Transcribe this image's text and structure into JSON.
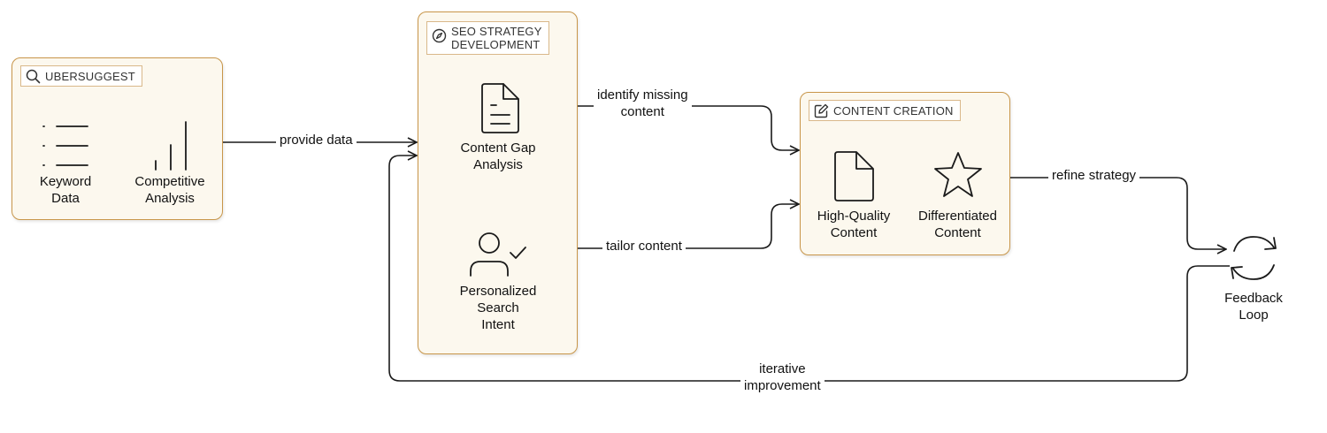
{
  "groups": {
    "ubersuggest": {
      "title": "UBERSUGGEST",
      "icon": "search-icon"
    },
    "seo": {
      "title_line1": "SEO STRATEGY",
      "title_line2": "DEVELOPMENT",
      "icon": "compass-icon"
    },
    "content_creation": {
      "title": "CONTENT CREATION",
      "icon": "edit-icon"
    }
  },
  "nodes": {
    "keyword_data": {
      "line1": "Keyword",
      "line2": "Data",
      "icon": "list-icon"
    },
    "competitive_analysis": {
      "line1": "Competitive",
      "line2": "Analysis",
      "icon": "bar-chart-icon"
    },
    "content_gap": {
      "line1": "Content Gap",
      "line2": "Analysis",
      "icon": "document-icon"
    },
    "personalized_intent": {
      "line1": "Personalized",
      "line2": "Search",
      "line3": "Intent",
      "icon": "user-check-icon"
    },
    "high_quality": {
      "line1": "High-Quality",
      "line2": "Content",
      "icon": "file-icon"
    },
    "differentiated": {
      "line1": "Differentiated",
      "line2": "Content",
      "icon": "star-icon"
    },
    "feedback_loop": {
      "line1": "Feedback",
      "line2": "Loop",
      "icon": "refresh-icon"
    }
  },
  "edges": {
    "provide_data": {
      "label": "provide data"
    },
    "identify_missing": {
      "line1": "identify missing",
      "line2": "content"
    },
    "tailor_content": {
      "label": "tailor content"
    },
    "refine_strategy": {
      "label": "refine strategy"
    },
    "iterative_improvement": {
      "line1": "iterative",
      "line2": "improvement"
    }
  },
  "colors": {
    "group_fill": "#fcf8ee",
    "group_border": "#c8964a",
    "stroke": "#1a1a1a"
  }
}
